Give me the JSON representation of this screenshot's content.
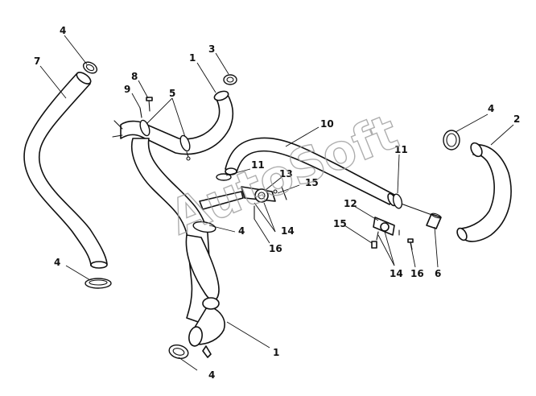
{
  "watermark": "AutoSoft",
  "callouts": {
    "c1_top": "1",
    "c1_bottom": "1",
    "c2": "2",
    "c3": "3",
    "c4_topleft": "4",
    "c4_right": "4",
    "c4_middle": "4",
    "c4_left": "4",
    "c4_bottom": "4",
    "c5": "5",
    "c6": "6",
    "c7": "7",
    "c8": "8",
    "c9": "9",
    "c10": "10",
    "c11_left": "11",
    "c11_right": "11",
    "c12": "12",
    "c13": "13",
    "c14_left": "14",
    "c14_right": "14",
    "c15_left": "15",
    "c15_right": "15",
    "c16_left": "16",
    "c16_right": "16"
  }
}
